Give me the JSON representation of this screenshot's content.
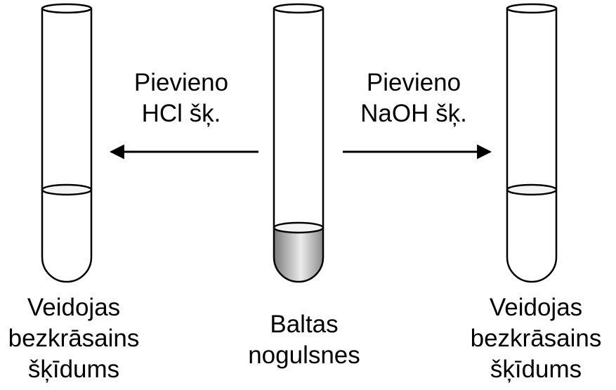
{
  "reagents": {
    "left": {
      "line1": "Pievieno",
      "line2": "HCl šķ."
    },
    "right": {
      "line1": "Pievieno",
      "line2": "NaOH šķ."
    }
  },
  "tubes": {
    "left": {
      "line1": "Veidojas",
      "line2": "bezkrāsains",
      "line3": "šķīdums"
    },
    "center": {
      "line1": "Baltas",
      "line2": "nogulsnes"
    },
    "right": {
      "line1": "Veidojas",
      "line2": "bezkrāsains",
      "line3": "šķīdums"
    }
  },
  "colors": {
    "stroke": "#000000",
    "precipitate": "#a8a8a8",
    "background": "#ffffff"
  }
}
